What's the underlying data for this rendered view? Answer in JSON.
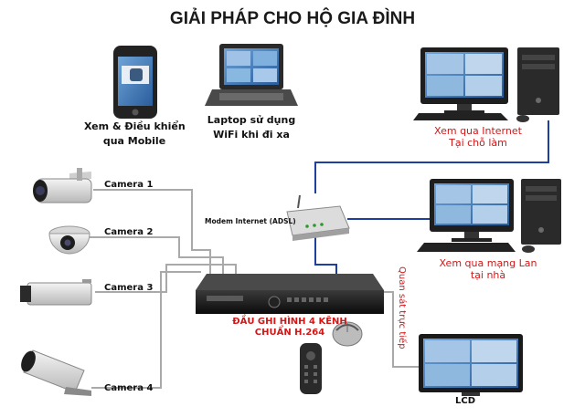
{
  "title": "GIẢI PHÁP CHO HỘ GIA ĐÌNH",
  "mobile": {
    "line1": "Xem & Điều khiển",
    "line2": "qua Mobile"
  },
  "laptop": {
    "line1": "Laptop sử dụng",
    "line2": "WiFi khi đi xa"
  },
  "pc_internet": {
    "line1": "Xem qua Internet",
    "line2": "Tại chỗ làm"
  },
  "pc_lan": {
    "line1": "Xem qua mạng Lan",
    "line2": "tại nhà"
  },
  "modem": {
    "label": "Modem Internet (ADSL)"
  },
  "cameras": [
    "Camera 1",
    "Camera 2",
    "Camera 3",
    "Camera 4"
  ],
  "dvr": {
    "line1": "ĐẦU GHI HÌNH 4 KÊNH",
    "line2": "CHUẨN H.264"
  },
  "monitor_label": "Quan sát trực tiếp",
  "lcd": {
    "label": "LCD"
  },
  "colors": {
    "wire": "#1f3fa0",
    "grey_wire": "#a9a9a9",
    "accent": "#d01818",
    "screen": "#2d6fb5"
  }
}
